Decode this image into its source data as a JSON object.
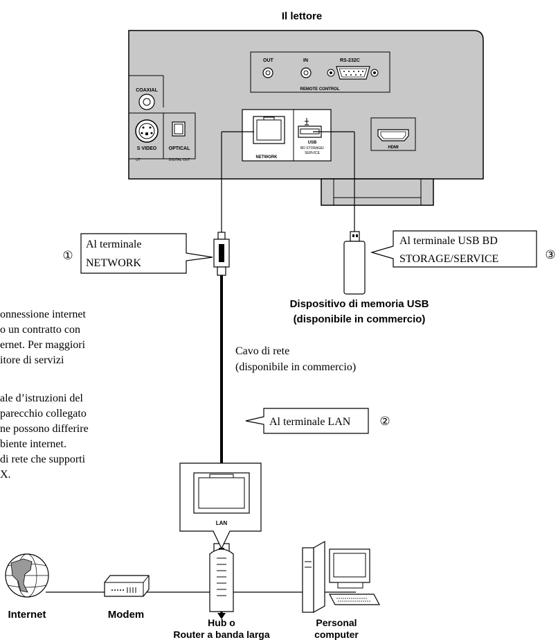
{
  "title": "Il lettore",
  "panel": {
    "out": "OUT",
    "in": "IN",
    "rs232c": "RS-232C",
    "remote_control": "REMOTE CONTROL",
    "coaxial": "COAXIAL",
    "s_video": "S VIDEO",
    "optical": "OPTICAL",
    "digital_out": "DIGITAL OUT",
    "ut": "UT",
    "network": "NETWORK",
    "usb": "USB",
    "usb_sub1": "BD STORAGE/",
    "usb_sub2": "SERVICE",
    "hdmi": "HDMI"
  },
  "callouts": {
    "network": {
      "number": "①",
      "line1": "Al terminale",
      "line2": "NETWORK"
    },
    "usb": {
      "number": "③",
      "line1": "Al terminale USB BD",
      "line2": "STORAGE/SERVICE"
    },
    "lan": {
      "number": "②",
      "line1": "Al terminale LAN"
    }
  },
  "usb_device": {
    "line1": "Dispositivo di memoria USB",
    "line2": "(disponibile in commercio)"
  },
  "cable": {
    "line1": "Cavo di rete",
    "line2": "(disponibile in commercio)"
  },
  "notes": [
    "onnessione internet",
    "o un contratto con",
    "ernet. Per maggiori",
    "itore di servizi",
    "",
    "ale d’istruzioni del",
    "parecchio collegato",
    "ne possono differire",
    "biente internet.",
    "di rete che supporti",
    "X."
  ],
  "lan_label": "LAN",
  "devices": {
    "internet": "Internet",
    "modem": "Modem",
    "hub_line1": "Hub o",
    "hub_line2": "Router a banda larga",
    "pc_line1": "Personal",
    "pc_line2": "computer"
  }
}
